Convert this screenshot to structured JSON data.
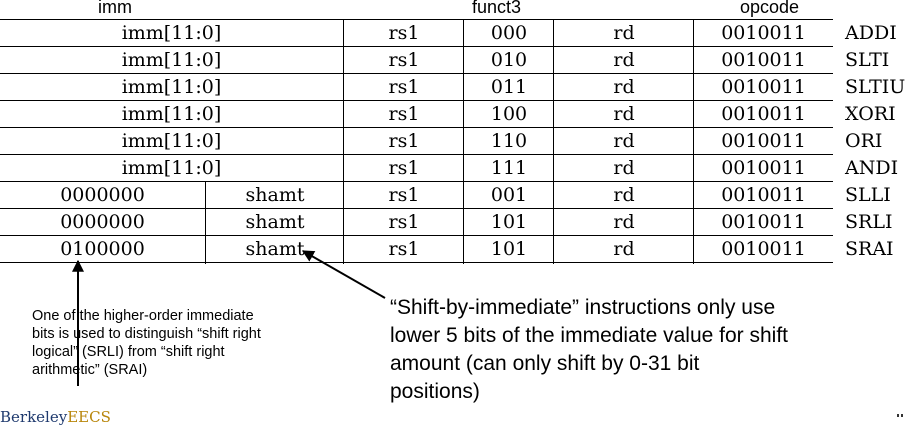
{
  "headers": {
    "imm": "imm",
    "funct3": "funct3",
    "opcode": "opcode"
  },
  "rows": [
    {
      "imm": "imm[11:0]",
      "rs1": "rs1",
      "funct3": "000",
      "rd": "rd",
      "opcode": "0010011",
      "mnemonic": "ADDI"
    },
    {
      "imm": "imm[11:0]",
      "rs1": "rs1",
      "funct3": "010",
      "rd": "rd",
      "opcode": "0010011",
      "mnemonic": "SLTI"
    },
    {
      "imm": "imm[11:0]",
      "rs1": "rs1",
      "funct3": "011",
      "rd": "rd",
      "opcode": "0010011",
      "mnemonic": "SLTIU"
    },
    {
      "imm": "imm[11:0]",
      "rs1": "rs1",
      "funct3": "100",
      "rd": "rd",
      "opcode": "0010011",
      "mnemonic": "XORI"
    },
    {
      "imm": "imm[11:0]",
      "rs1": "rs1",
      "funct3": "110",
      "rd": "rd",
      "opcode": "0010011",
      "mnemonic": "ORI"
    },
    {
      "imm": "imm[11:0]",
      "rs1": "rs1",
      "funct3": "111",
      "rd": "rd",
      "opcode": "0010011",
      "mnemonic": "ANDI"
    },
    {
      "imm_hi": "0000000",
      "shamt": "shamt",
      "rs1": "rs1",
      "funct3": "001",
      "rd": "rd",
      "opcode": "0010011",
      "mnemonic": "SLLI"
    },
    {
      "imm_hi": "0000000",
      "shamt": "shamt",
      "rs1": "rs1",
      "funct3": "101",
      "rd": "rd",
      "opcode": "0010011",
      "mnemonic": "SRLI"
    },
    {
      "imm_hi": "0100000",
      "shamt": "shamt",
      "rs1": "rs1",
      "funct3": "101",
      "rd": "rd",
      "opcode": "0010011",
      "mnemonic": "SRAI"
    }
  ],
  "notes": {
    "left": "One of the higher-order immediate bits is used to distinguish “shift right logical” (SRLI) from “shift right arithmetic” (SRAI)",
    "right": "“Shift-by-immediate” instructions only use lower 5 bits of the immediate value for shift amount (can only shift by 0-31 bit positions)"
  },
  "footer": {
    "logo_a": "Berkeley",
    "logo_b": "EECS"
  }
}
